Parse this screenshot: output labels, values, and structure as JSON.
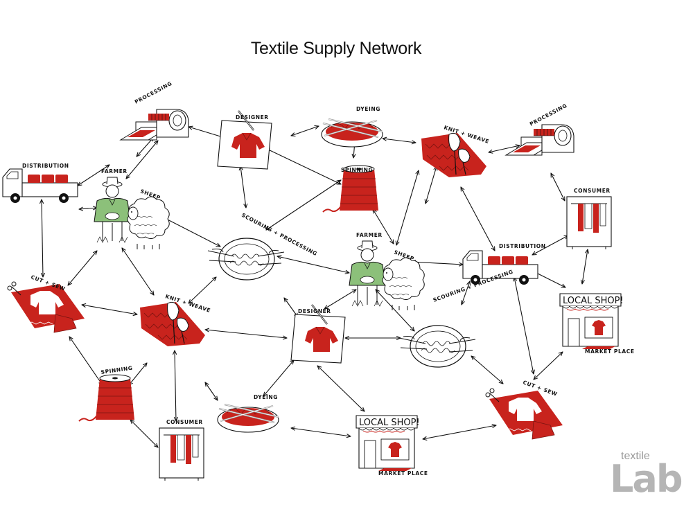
{
  "title": "Textile Supply Network",
  "colors": {
    "accent_red": "#c8231d",
    "ink": "#111111",
    "farmer_green": "#8cc07a",
    "logo_gray": "#b5b5b5"
  },
  "nodes": [
    {
      "id": "processing-1",
      "label": "PROCESSING",
      "icon": "processing-machine-icon"
    },
    {
      "id": "designer-1",
      "label": "DESIGNER",
      "icon": "designer-sketch-icon"
    },
    {
      "id": "dyeing-1",
      "label": "DYEING",
      "icon": "dye-vat-icon"
    },
    {
      "id": "knit-weave-1",
      "label": "KNIT + WEAVE",
      "icon": "knitting-icon"
    },
    {
      "id": "processing-2",
      "label": "PROCESSING",
      "icon": "processing-machine-icon"
    },
    {
      "id": "distribution-1",
      "label": "DISTRIBUTION",
      "icon": "delivery-truck-icon"
    },
    {
      "id": "farmer-1",
      "label": "FARMER",
      "icon": "farmer-icon"
    },
    {
      "id": "sheep-1",
      "label": "SHEEP",
      "icon": "sheep-icon"
    },
    {
      "id": "spinning-1",
      "label": "SPINNING",
      "icon": "yarn-spool-icon"
    },
    {
      "id": "scouring-1",
      "label": "SCOURING + PROCESSING",
      "icon": "scouring-basin-icon"
    },
    {
      "id": "consumer-1",
      "label": "CONSUMER",
      "icon": "wardrobe-icon"
    },
    {
      "id": "farmer-2",
      "label": "FARMER",
      "icon": "farmer-icon"
    },
    {
      "id": "sheep-2",
      "label": "SHEEP",
      "icon": "sheep-icon"
    },
    {
      "id": "distribution-2",
      "label": "DISTRIBUTION",
      "icon": "delivery-truck-icon"
    },
    {
      "id": "cut-sew-1",
      "label": "CUT + SEW",
      "icon": "cut-sew-icon"
    },
    {
      "id": "knit-weave-2",
      "label": "KNIT + WEAVE",
      "icon": "knitting-icon"
    },
    {
      "id": "designer-2",
      "label": "DESIGNER",
      "icon": "designer-sketch-icon"
    },
    {
      "id": "scouring-2",
      "label": "SCOURING + PROCESSING",
      "icon": "scouring-basin-icon"
    },
    {
      "id": "local-shop-1",
      "label": "LOCAL SHOP!",
      "sublabel": "MARKET PLACE",
      "icon": "shop-front-icon"
    },
    {
      "id": "spinning-2",
      "label": "SPINNING",
      "icon": "yarn-spool-icon"
    },
    {
      "id": "dyeing-2",
      "label": "DYEING",
      "icon": "dye-vat-icon"
    },
    {
      "id": "local-shop-2",
      "label": "LOCAL SHOP!",
      "sublabel": "MARKET PLACE",
      "icon": "shop-front-icon"
    },
    {
      "id": "cut-sew-2",
      "label": "CUT + SEW",
      "icon": "cut-sew-icon"
    },
    {
      "id": "consumer-2",
      "label": "CONSUMER",
      "icon": "wardrobe-icon"
    }
  ],
  "logo": {
    "small": "textile",
    "big": "Lab"
  }
}
